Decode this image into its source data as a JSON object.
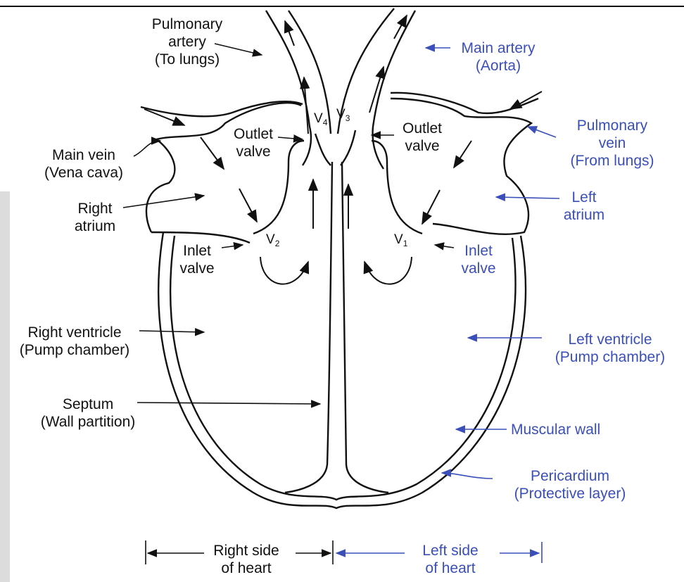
{
  "labels": {
    "pulmonary_artery": [
      "Pulmonary",
      "artery",
      "(To lungs)"
    ],
    "main_artery": [
      "Main artery",
      "(Aorta)"
    ],
    "main_vein": [
      "Main vein",
      "(Vena cava)"
    ],
    "right_atrium": [
      "Right",
      "atrium"
    ],
    "outlet_valve_left": [
      "Outlet",
      "valve"
    ],
    "outlet_valve_right": [
      "Outlet",
      "valve"
    ],
    "inlet_valve_left": [
      "Inlet",
      "valve"
    ],
    "inlet_valve_right": [
      "Inlet",
      "valve"
    ],
    "pulmonary_vein": [
      "Pulmonary",
      "vein",
      "(From lungs)"
    ],
    "left_atrium": [
      "Left",
      "atrium"
    ],
    "right_ventricle": [
      "Right ventricle",
      "(Pump chamber)"
    ],
    "left_ventricle": [
      "Left ventricle",
      "(Pump chamber)"
    ],
    "septum": [
      "Septum",
      "(Wall partition)"
    ],
    "muscular_wall": [
      "Muscular wall"
    ],
    "pericardium": [
      "Pericardium",
      "(Protective layer)"
    ],
    "right_side": [
      "Right side",
      "of heart"
    ],
    "left_side": [
      "Left side",
      "of heart"
    ]
  },
  "valves": {
    "v1": {
      "letter": "V",
      "sub": "1"
    },
    "v2": {
      "letter": "V",
      "sub": "2"
    },
    "v3": {
      "letter": "V",
      "sub": "3"
    },
    "v4": {
      "letter": "V",
      "sub": "4"
    }
  },
  "colors": {
    "ink": "#111111",
    "right_side_ink": "#3a4fb8"
  }
}
